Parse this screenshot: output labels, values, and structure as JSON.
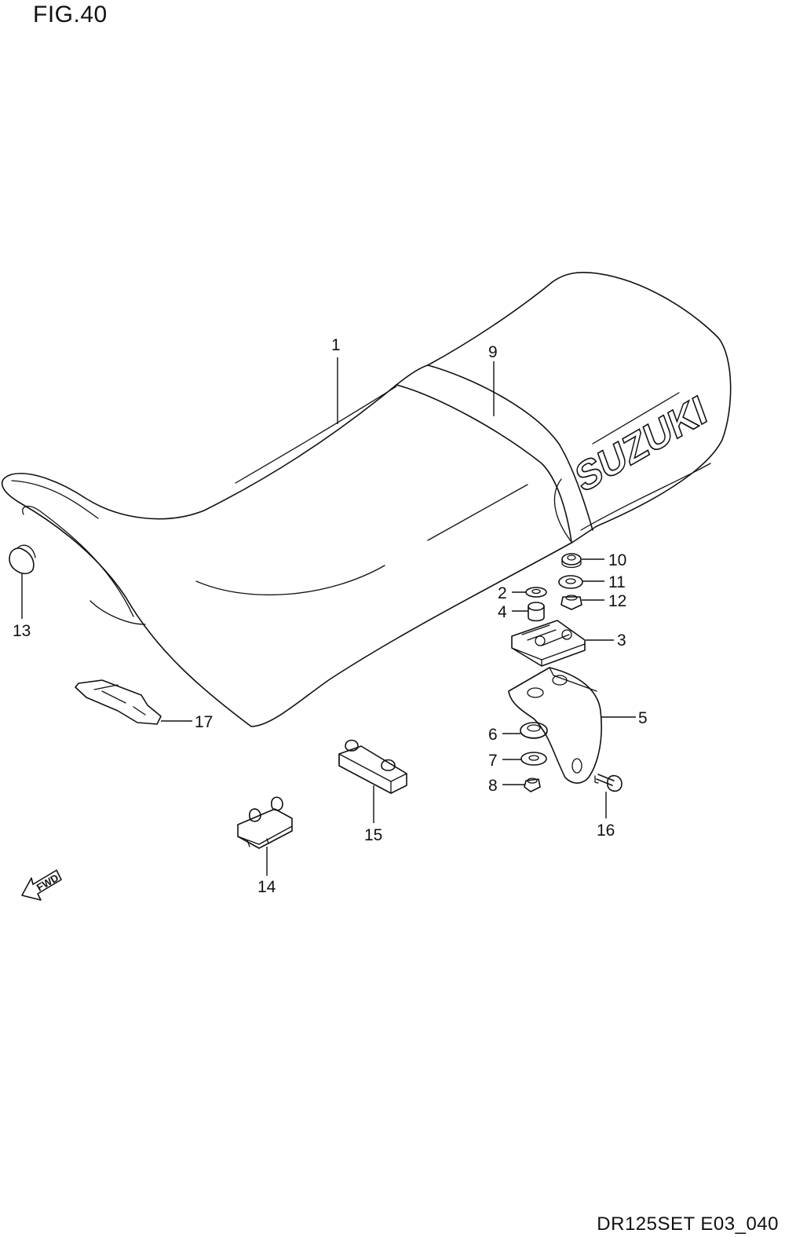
{
  "figure": {
    "title": "FIG.40",
    "code": "DR125SET E03_040"
  },
  "seat_brand": "SUZUKI",
  "fwd_label": "FWD",
  "callouts": [
    {
      "id": "1",
      "label": "1"
    },
    {
      "id": "2",
      "label": "2"
    },
    {
      "id": "3",
      "label": "3"
    },
    {
      "id": "4",
      "label": "4"
    },
    {
      "id": "5",
      "label": "5"
    },
    {
      "id": "6",
      "label": "6"
    },
    {
      "id": "7",
      "label": "7"
    },
    {
      "id": "8",
      "label": "8"
    },
    {
      "id": "9",
      "label": "9"
    },
    {
      "id": "10",
      "label": "10"
    },
    {
      "id": "11",
      "label": "11"
    },
    {
      "id": "12",
      "label": "12"
    },
    {
      "id": "13",
      "label": "13"
    },
    {
      "id": "14",
      "label": "14"
    },
    {
      "id": "15",
      "label": "15"
    },
    {
      "id": "16",
      "label": "16"
    },
    {
      "id": "17",
      "label": "17"
    }
  ]
}
